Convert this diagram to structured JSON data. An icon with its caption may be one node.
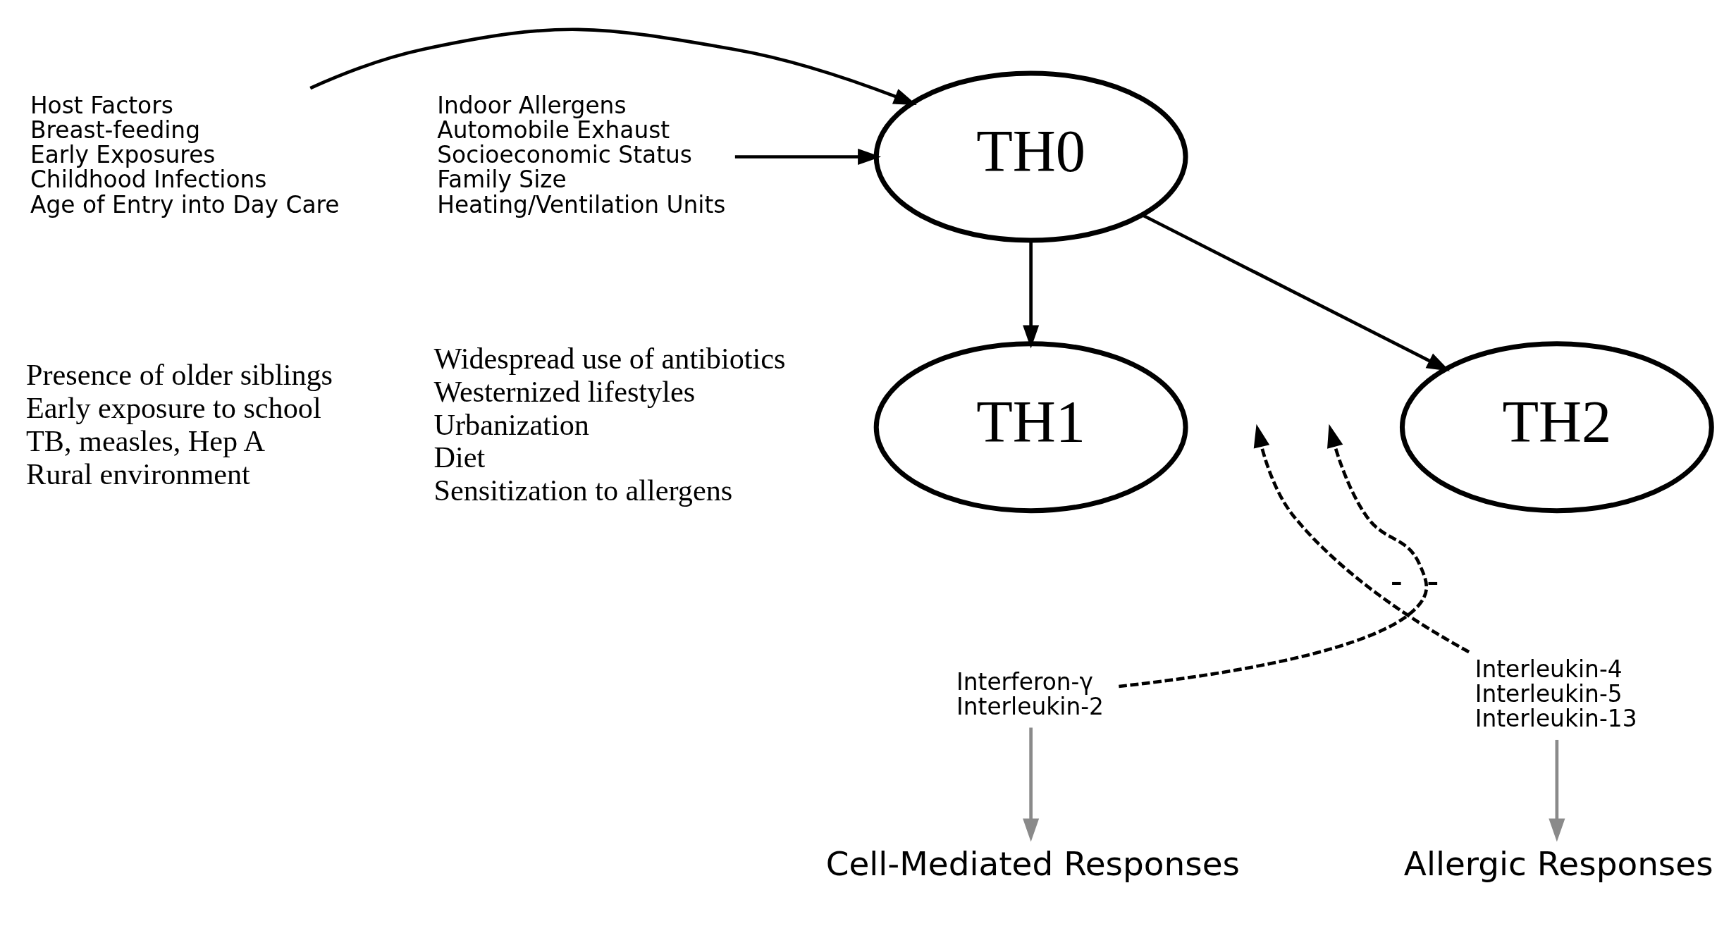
{
  "diagram": {
    "nodes": [
      {
        "text": [
          "Indoor Allergens",
          "Automobile Exhaust",
          "Socioeconomic Status",
          "Family Size",
          "Heating/Ventilation Units"
        ]
      },
      {
        "text": [
          "TH0"
        ]
      },
      {
        "text": [
          "Host Factors",
          "Breast-feeding",
          "Early Exposures",
          "Childhood Infections",
          "Age of Entry into Day Care"
        ]
      },
      {
        "text": [
          "TH2"
        ]
      },
      {
        "text": [
          "TH1"
        ]
      },
      {
        "text": [
          "Interleukin-4",
          "Interleukin-5",
          "Interleukin-13"
        ]
      },
      {
        "text": [
          "Interferon-γ",
          "Interleukin-2"
        ]
      },
      {
        "text": [
          "Allergic Responses"
        ]
      },
      {
        "text": [
          "Cell-Mediated Responses"
        ]
      }
    ],
    "edges": [
      {
        "from": 0,
        "to": 1,
        "arrow": "to"
      },
      {
        "from": 2,
        "to": 1,
        "arrow": "to"
      },
      {
        "from": 1,
        "to": 3,
        "arrow": "to"
      },
      {
        "from": 1,
        "to": 4,
        "arrow": "to"
      },
      {
        "from": 5,
        "to": null,
        "arrow": "to",
        "style": "dashed",
        "label": "-"
      },
      {
        "from": 6,
        "to": null,
        "arrow": "to",
        "style": "dashed",
        "label": "-"
      },
      {
        "from": 5,
        "to": 7,
        "arrow": "to",
        "color": "#8a8a8a"
      },
      {
        "from": 6,
        "to": 8,
        "arrow": "to",
        "color": "#8a8a8a"
      }
    ],
    "labels": [
      "Widespread use of antibiotics",
      "Westernized lifestyles",
      "Urbanization",
      "Diet",
      "Sensitization to allergens",
      "Presence of older siblings",
      "Early exposure to school",
      "TB, measles, Hep A",
      "Rural environment"
    ]
  }
}
